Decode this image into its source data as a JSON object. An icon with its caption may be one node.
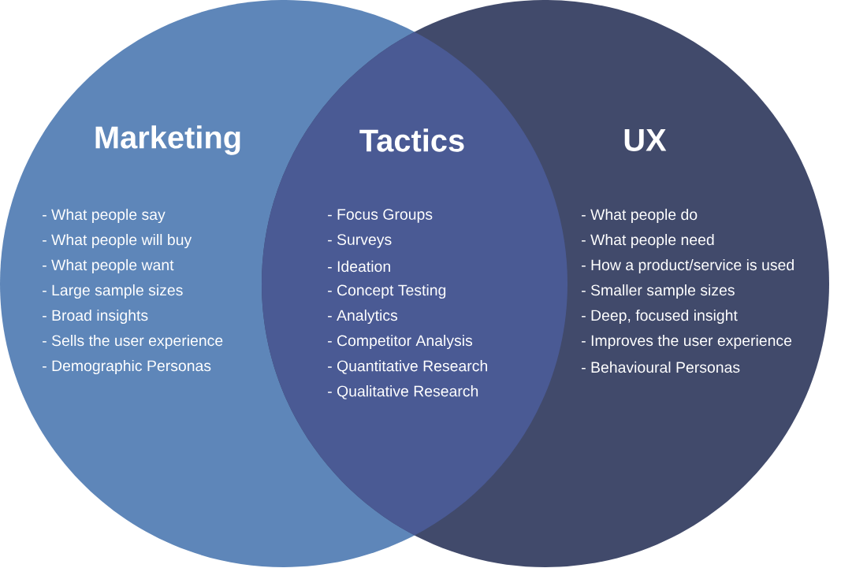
{
  "diagram": {
    "nodes": [
      {
        "text": [
          "Marketing",
          "- What people say",
          "- What people will buy",
          "- What people want",
          "- Large sample sizes",
          "- Broad insights",
          "- Sells the user experience",
          "- Demographic Personas"
        ]
      },
      {
        "text": [
          "Tactics",
          "- Focus Groups",
          "- Surveys",
          "- Ideation",
          "- Concept Testing",
          "- Analytics",
          "- Competitor Analysis",
          "- Quantitative Research",
          "- Qualitative Research"
        ]
      },
      {
        "text": [
          "UX",
          "- What people do",
          "- What people need",
          "- How a product/service is used",
          "- Smaller sample sizes",
          "- Deep, focused insight",
          "- Improves the user experience",
          "- Behavioural Personas"
        ]
      }
    ]
  }
}
